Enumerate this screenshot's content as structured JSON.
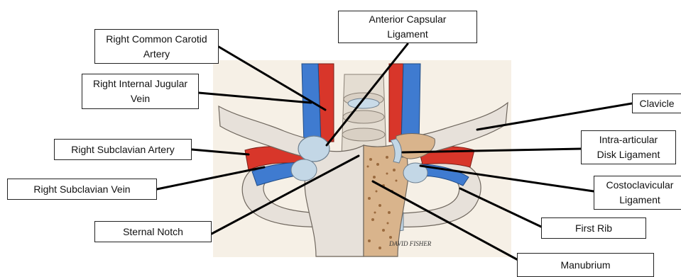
{
  "labels": {
    "anterior_capsular_ligament": "Anterior Capsular\nLigament",
    "right_common_carotid_artery": "Right Common Carotid\nArtery",
    "right_internal_jugular_vein": "Right Internal Jugular\nVein",
    "clavicle": "Clavicle",
    "intra_articular_disk_ligament": "Intra-articular\nDisk Ligament",
    "right_subclavian_artery": "Right Subclavian Artery",
    "right_subclavian_vein": "Right Subclavian Vein",
    "costoclavicular_ligament": "Costoclavicular\nLigament",
    "first_rib": "First Rib",
    "sternal_notch": "Sternal Notch",
    "manubrium": "Manubrium"
  },
  "signature": "DAVID FISHER",
  "colors": {
    "artery": "#d8362a",
    "vein": "#3f7bd0",
    "bone": "#e7e1da",
    "cartilage": "#c3d7e6",
    "spongy_bone": "#b88a5c",
    "leader_line": "#000000"
  }
}
